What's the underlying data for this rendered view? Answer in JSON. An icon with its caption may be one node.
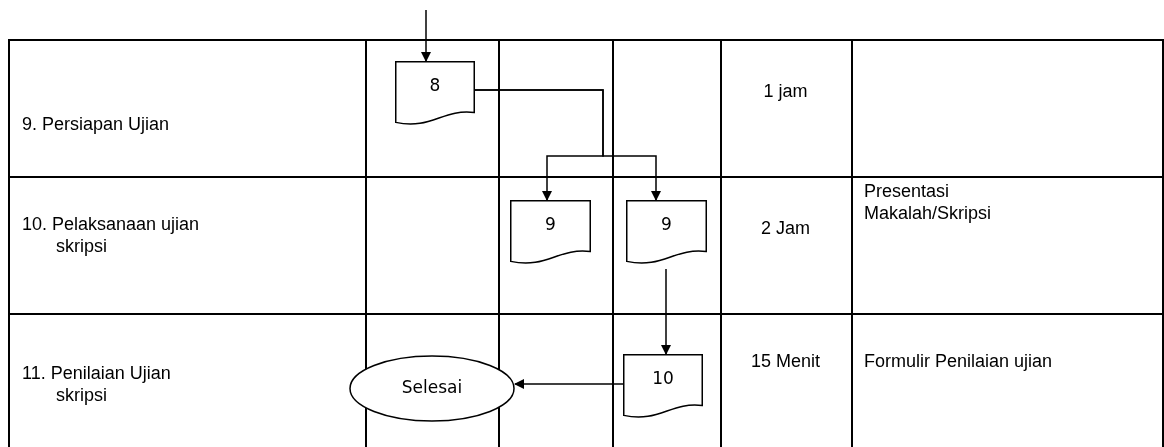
{
  "diagram": {
    "nodes": [
      {
        "text": [
          "8"
        ]
      },
      {
        "text": [
          "9"
        ]
      },
      {
        "text": [
          "9"
        ]
      },
      {
        "text": [
          "Selesai"
        ]
      },
      {
        "text": [
          "10"
        ]
      }
    ],
    "edges": [
      {
        "from": null,
        "to": 0,
        "arrow": "to"
      },
      {
        "from": 0,
        "to": 1,
        "arrow": "to"
      },
      {
        "from": 0,
        "to": 2,
        "arrow": "to"
      },
      {
        "from": 2,
        "to": 4,
        "arrow": "to"
      },
      {
        "from": 4,
        "to": 3,
        "arrow": "to"
      }
    ],
    "labels": [
      "9. Persiapan Ujian",
      "1 jam",
      "10. Pelaksanaan ujian skripsi",
      "2 Jam",
      "Presentasi Makalah/Skripsi",
      "11. Penilaian Ujian skripsi",
      "15 Menit",
      "Formulir Penilaian ujian"
    ]
  }
}
